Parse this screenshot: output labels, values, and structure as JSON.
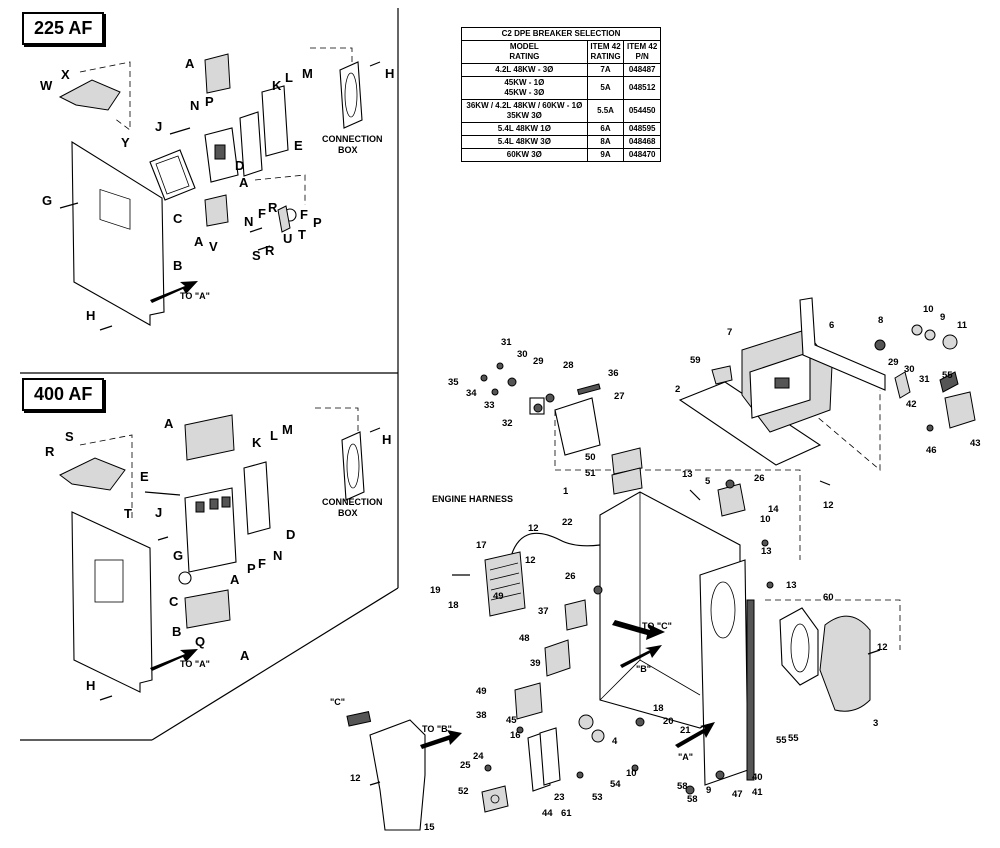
{
  "panels": {
    "top_label": "225 AF",
    "bottom_label": "400 AF"
  },
  "breaker_table": {
    "title": "C2 DPE BREAKER SELECTION",
    "headers": [
      "MODEL\nRATING",
      "ITEM 42\nRATING",
      "ITEM 42\nP/N"
    ],
    "header_lines": [
      [
        "MODEL",
        "RATING"
      ],
      [
        "ITEM 42",
        "RATING"
      ],
      [
        "ITEM 42",
        "P/N"
      ]
    ],
    "rows": [
      {
        "model": [
          "4.2L 48KW - 3Ø"
        ],
        "rating": "7A",
        "pn": "048487"
      },
      {
        "model": [
          "45KW - 1Ø",
          "45KW - 3Ø"
        ],
        "rating": "5A",
        "pn": "048512"
      },
      {
        "model": [
          "36KW / 4.2L 48KW / 60KW - 1Ø",
          "35KW 3Ø"
        ],
        "rating": "5.5A",
        "pn": "054450"
      },
      {
        "model": [
          "5.4L 48KW 1Ø"
        ],
        "rating": "6A",
        "pn": "048595"
      },
      {
        "model": [
          "5.4L 48KW 3Ø"
        ],
        "rating": "8A",
        "pn": "048468"
      },
      {
        "model": [
          "60KW 3Ø"
        ],
        "rating": "9A",
        "pn": "048470"
      }
    ]
  },
  "text_labels": {
    "connection_box_top": [
      "CONNECTION",
      "BOX"
    ],
    "connection_box_bottom": [
      "CONNECTION",
      "BOX"
    ],
    "engine_harness": "ENGINE HARNESS",
    "to_a_top": "TO \"A\"",
    "to_a_bottom": "TO \"A\"",
    "to_c": "TO \"C\"",
    "to_b": "TO \"B\"",
    "ref_b": "\"B\"",
    "ref_c": "\"C\"",
    "ref_a": "\"A\""
  },
  "callouts_225": [
    "A",
    "X",
    "W",
    "N",
    "P",
    "K",
    "L",
    "M",
    "H",
    "Y",
    "J",
    "C",
    "G",
    "D",
    "E",
    "A",
    "R",
    "F",
    "N",
    "F",
    "B",
    "A",
    "V",
    "U",
    "T",
    "P",
    "S",
    "R",
    "H"
  ],
  "callouts_400": [
    "S",
    "R",
    "A",
    "E",
    "K",
    "L",
    "M",
    "H",
    "T",
    "J",
    "G",
    "D",
    "N",
    "F",
    "P",
    "A",
    "C",
    "B",
    "Q",
    "A",
    "H"
  ],
  "callouts_main": [
    "31",
    "30",
    "29",
    "28",
    "36",
    "35",
    "34",
    "33",
    "27",
    "32",
    "50",
    "51",
    "59",
    "7",
    "6",
    "8",
    "10",
    "9",
    "11",
    "2",
    "29",
    "30",
    "31",
    "55",
    "42",
    "46",
    "43",
    "13",
    "5",
    "26",
    "14",
    "10",
    "12",
    "1",
    "22",
    "12",
    "13",
    "17",
    "12",
    "26",
    "19",
    "18",
    "13",
    "49",
    "37",
    "60",
    "12",
    "48",
    "39",
    "3",
    "55",
    "49",
    "38",
    "45",
    "16",
    "18",
    "20",
    "21",
    "55",
    "24",
    "4",
    "25",
    "10",
    "58",
    "40",
    "41",
    "47",
    "52",
    "53",
    "54",
    "58",
    "9",
    "23",
    "44",
    "61",
    "15",
    "12"
  ]
}
